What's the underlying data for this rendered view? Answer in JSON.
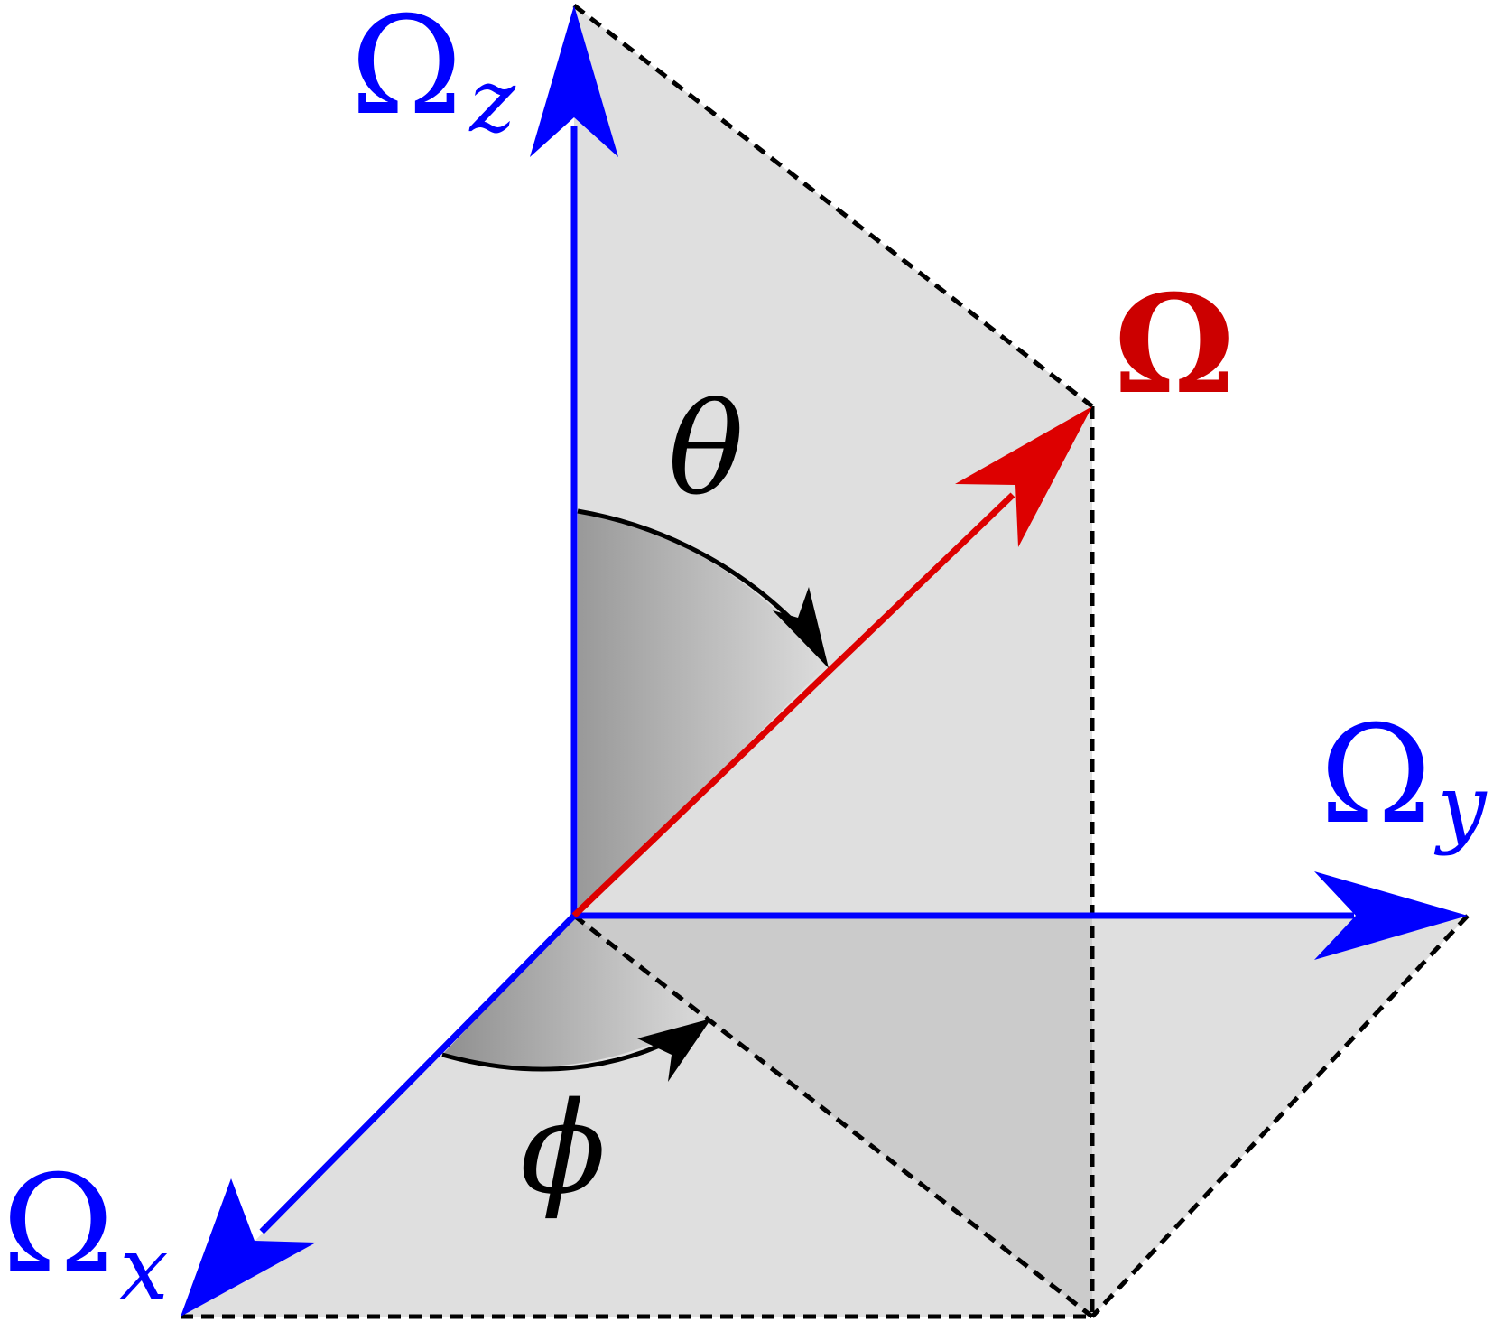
{
  "diagram": {
    "labels": {
      "z_symbol": "Ω",
      "z_subscript": "z",
      "y_symbol": "Ω",
      "y_subscript": "y",
      "x_symbol": "Ω",
      "x_subscript": "x",
      "vector": "Ω",
      "theta": "θ",
      "phi": "ϕ"
    },
    "colors": {
      "axis": "#0000ff",
      "vector": "#dd0000",
      "plane": "#dfdfdf",
      "plane_shadow": "#cbcbcb",
      "dash": "#000000",
      "angle_arrow": "#000000"
    },
    "icons": {
      "z_axis": "arrow-up-icon",
      "y_axis": "arrow-right-icon",
      "x_axis": "arrow-down-left-icon",
      "vector": "arrow-up-right-icon"
    }
  }
}
